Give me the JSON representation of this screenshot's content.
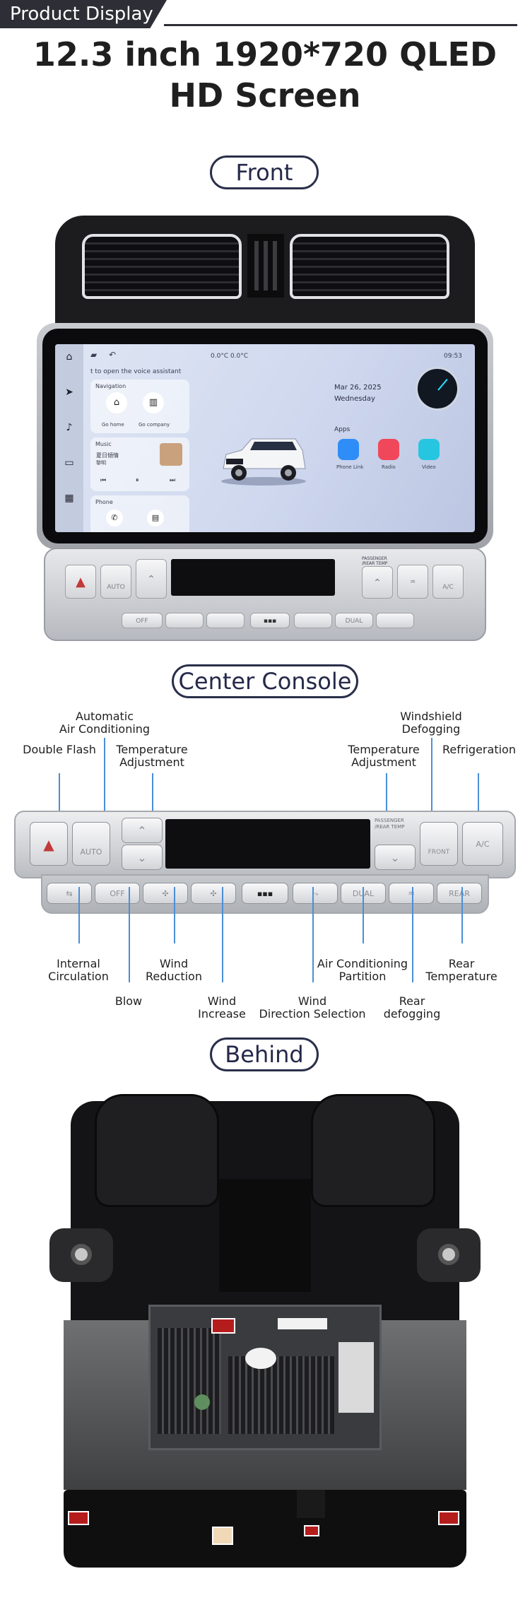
{
  "header": {
    "tag": "Product Display",
    "title_line1": "12.3 inch 1920*720 QLED",
    "title_line2": "HD Screen"
  },
  "sections": {
    "front": "Front",
    "console": "Center Console",
    "behind": "Behind"
  },
  "screen": {
    "status_left": "0.0°C  0.0°C",
    "status_time": "09:53",
    "voice_hint": "t to open the voice assistant",
    "navigation_title": "Navigation",
    "go_home": "Go home",
    "go_company": "Go company",
    "music_title": "Music",
    "song": "夏日傾情",
    "artist": "黎明",
    "phone_title": "Phone",
    "date": "Mar 26, 2025",
    "weekday": "Wednesday",
    "apps_title": "Apps",
    "apps": [
      {
        "label": "Phone Link",
        "color": "#2f8df7"
      },
      {
        "label": "Radio",
        "color": "#f0475a"
      },
      {
        "label": "Video",
        "color": "#27c6e0"
      }
    ],
    "panel_auto": "AUTO",
    "panel_ac": "A/C",
    "panel_off": "OFF",
    "panel_dual": "DUAL",
    "panel_passenger": "PASSENGER /REAR TEMP"
  },
  "callouts": {
    "automatic_ac": "Automatic\nAir Conditioning",
    "double_flash": "Double Flash",
    "temp_adjust_left": "Temperature\nAdjustment",
    "windshield": "Windshield\nDefogging",
    "temp_adjust_right": "Temperature\nAdjustment",
    "refrigeration": "Refrigeration",
    "internal_circulation": "Internal\nCirculation",
    "blow": "Blow",
    "wind_reduction": "Wind\nReduction",
    "wind_increase": "Wind\nIncrease",
    "wind_direction": "Wind\nDirection Selection",
    "ac_partition": "Air Conditioning\nPartition",
    "rear_defogging": "Rear\ndefogging",
    "rear_temperature": "Rear\nTemperature"
  },
  "console_buttons": {
    "auto": "AUTO",
    "front": "FRONT",
    "ac": "A/C",
    "off": "OFF",
    "dual": "DUAL",
    "rear": "REAR",
    "passenger": "PASSENGER /REAR TEMP"
  },
  "colors": {
    "callout_line": "#4b8fd6",
    "header_bar": "#2e2e36",
    "pill_border": "#2a2f4a"
  }
}
